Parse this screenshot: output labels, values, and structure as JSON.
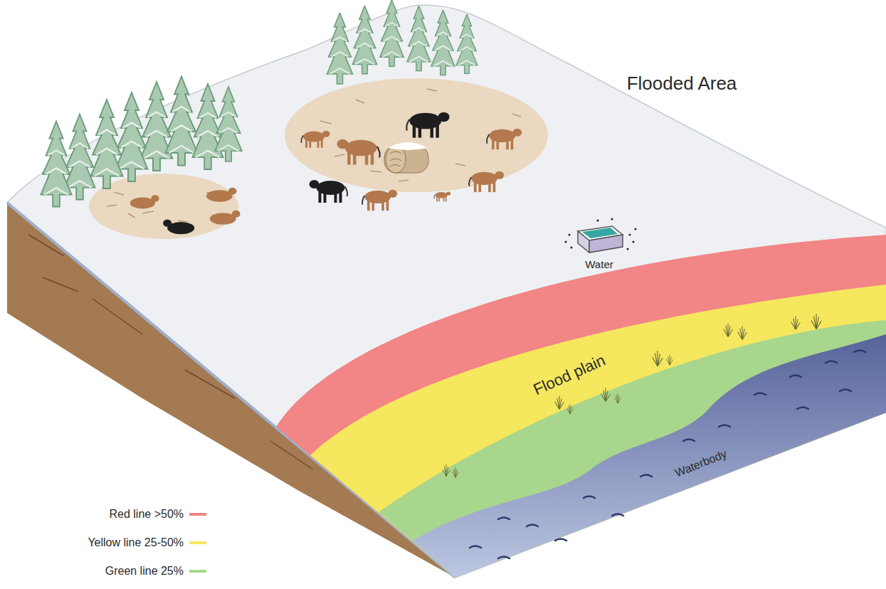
{
  "diagram": {
    "labels": [
      "Flooded Area",
      "Water",
      "Flood plain",
      "Waterbody"
    ],
    "legend": [
      {
        "text": "Red line >50%",
        "color": "#f28585"
      },
      {
        "text": "Yellow line 25-50%",
        "color": "#f5e75e"
      },
      {
        "text": "Green line 25%",
        "color": "#a9d68d"
      }
    ]
  }
}
